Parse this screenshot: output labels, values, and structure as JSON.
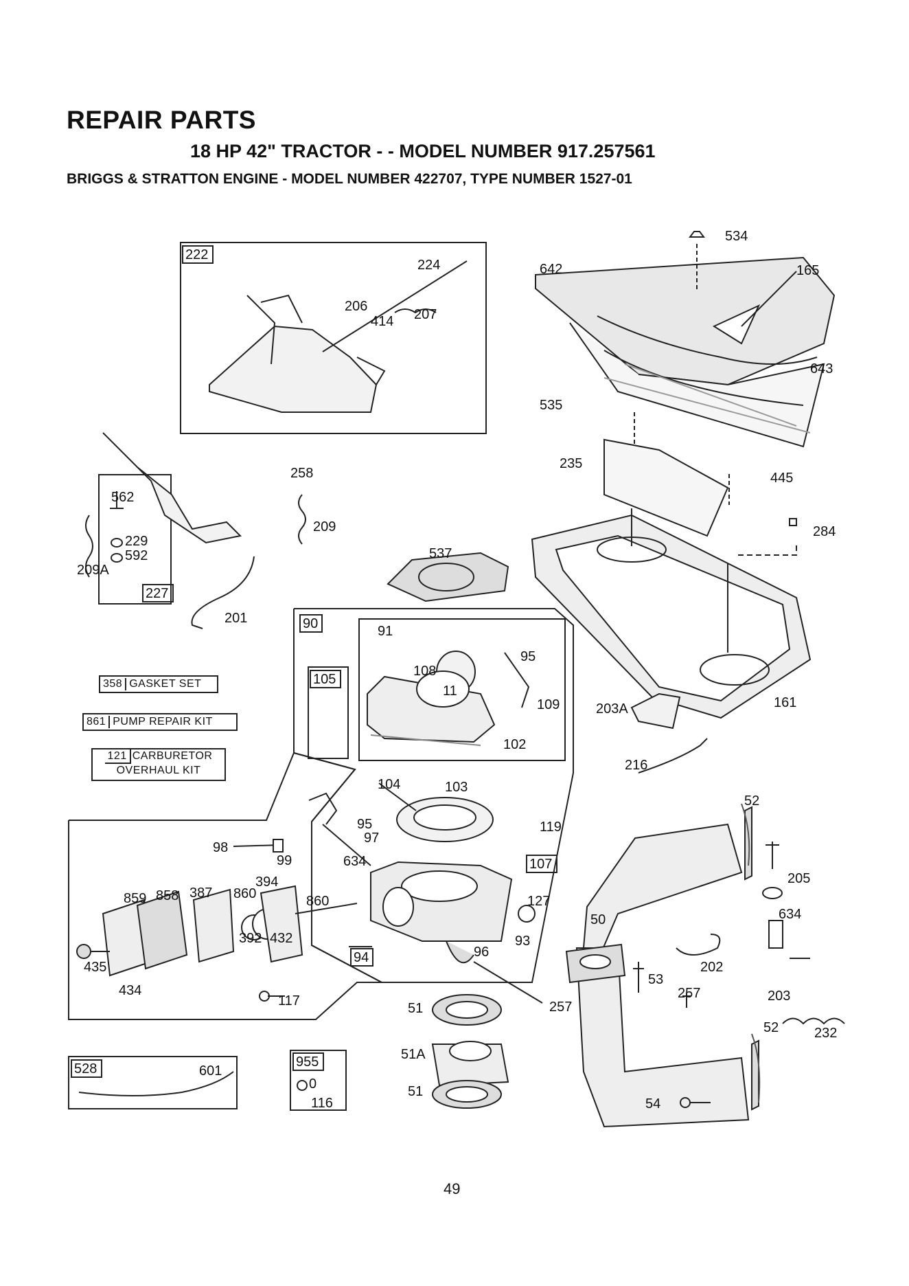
{
  "header": {
    "title": "REPAIR PARTS",
    "subtitle": "18 HP 42\" TRACTOR - - MODEL NUMBER 917.257561",
    "engine": "BRIGGS & STRATTON ENGINE - MODEL NUMBER 422707, TYPE NUMBER 1527-01"
  },
  "kits": [
    {
      "number": "358",
      "label": "GASKET SET"
    },
    {
      "number": "861",
      "label": "PUMP REPAIR KIT"
    },
    {
      "number": "121",
      "label": "CARBURETOR",
      "label2": "OVERHAUL KIT"
    }
  ],
  "boxed_refs": [
    "222",
    "227",
    "90",
    "105",
    "107",
    "94",
    "528",
    "955"
  ],
  "labels": [
    "224",
    "206",
    "207",
    "414",
    "258",
    "209",
    "562",
    "229",
    "592",
    "209A",
    "201",
    "537",
    "534",
    "642",
    "165",
    "643",
    "535",
    "235",
    "445",
    "284",
    "161",
    "203A",
    "216",
    "91",
    "95",
    "108",
    "109",
    "11",
    "102",
    "104",
    "103",
    "119",
    "95",
    "97",
    "98",
    "99",
    "634",
    "127",
    "93",
    "96",
    "859",
    "858",
    "387",
    "860",
    "394",
    "860",
    "392",
    "432",
    "435",
    "434",
    "117",
    "257",
    "52",
    "205",
    "634",
    "50",
    "202",
    "53",
    "257",
    "203",
    "52",
    "232",
    "51",
    "51A",
    "51",
    "54",
    "601",
    "116",
    "0"
  ],
  "page_number": "49"
}
